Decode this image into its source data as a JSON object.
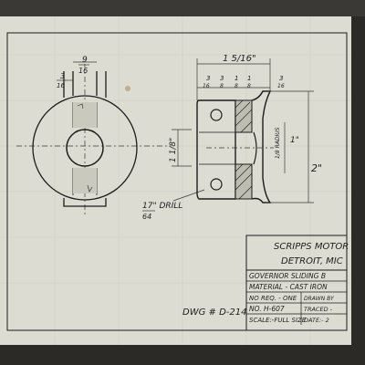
{
  "title_block": {
    "company": "SCRIPPS MOTOR",
    "city": "DETROIT, MIC",
    "part_name": "GOVERNOR SLIDING B",
    "material": "MATERIAL - CAST IRON",
    "no_req": "NO REQ. - ONE",
    "drawn_by": "DRAWN BY",
    "part_no": "NO. H-607",
    "traced": "TRACED -",
    "scale": "SCALE:-FULL SIZE",
    "date": "DATE:- 2"
  },
  "drawing_number": "DWG # D-214",
  "dimensions": {
    "top_width_num": "9",
    "top_width_den": "16",
    "slot_num": "3",
    "slot_den": "16",
    "bore_dia": "1 1/8\"",
    "drill_label": "17\" DRILL",
    "drill_den": "64",
    "overall_length": "1 5/16\"",
    "seg1_num": "3",
    "seg1_den": "16",
    "seg2_num": "3",
    "seg2_den": "8",
    "seg3_num": "1",
    "seg3_den": "8",
    "seg4_num": "1",
    "seg4_den": "8",
    "seg5_num": "3",
    "seg5_den": "16",
    "groove_radius": "1/8 RADIUS",
    "groove_dia": "1\"",
    "overall_dia": "2\""
  },
  "colors": {
    "paper": "#dcdcd2",
    "ink": "#1d1d1b",
    "border": "#2b2a27"
  }
}
